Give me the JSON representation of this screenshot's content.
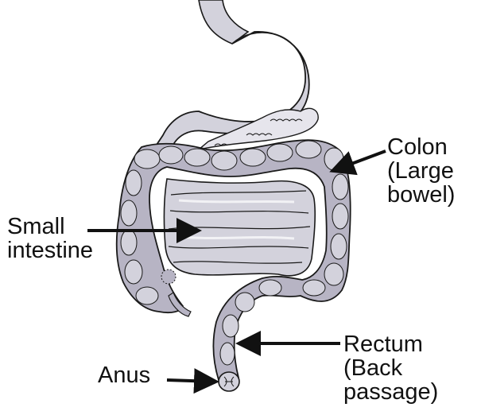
{
  "labels": {
    "colon": [
      "Colon",
      "(Large",
      "bowel)"
    ],
    "small_intestine": [
      "Small",
      "intestine"
    ],
    "rectum": [
      "Rectum",
      "(Back",
      "passage)"
    ],
    "anus": "Anus"
  },
  "colors": {
    "organ_fill": "#b7b4c4",
    "organ_fill_light": "#d3d2dc",
    "organ_highlight": "#e6e5ec",
    "outline": "#1a1a1a",
    "arrow": "#111111",
    "text": "#111111",
    "background": "#ffffff"
  }
}
